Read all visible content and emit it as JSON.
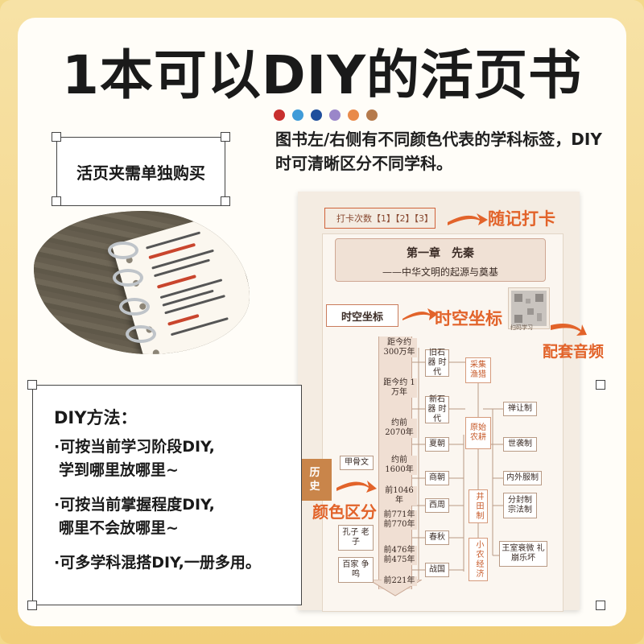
{
  "header": {
    "title": "1本可以DIY的活页书",
    "color_dots": [
      "#c8302e",
      "#3f9bd8",
      "#1f4e9c",
      "#9a86c9",
      "#e98a4a",
      "#b57a4c"
    ],
    "description": "图书左/右侧有不同颜色代表的学科标签，DIY时可清晰区分不同学科。"
  },
  "photo_callout": {
    "label": "活页夹需单独购买"
  },
  "diy_box": {
    "heading": "DIY方法：",
    "items": [
      {
        "line1": "·可按当前学习阶段DIY,",
        "line2": "学到哪里放哪里~"
      },
      {
        "line1": "·可按当前掌握程度DIY,",
        "line2": "哪里不会放哪里~"
      },
      {
        "line1": "·可多学科混搭DIY,一册多用。",
        "line2": ""
      }
    ]
  },
  "book_page": {
    "checkin": "打卡次数【1】【2】【3】",
    "chapter_title": "第一章　先秦",
    "chapter_subtitle": "——中华文明的起源与奠基",
    "section_label": "时空坐标",
    "qr_caption": "扫码学习",
    "side_tab": [
      "历",
      "史"
    ],
    "timeline_labels": [
      "距今约 300万年",
      "距今约 1万年",
      "约前 2070年",
      "约前 1600年",
      "前1046年",
      "前771年 前770年",
      "前476年 前475年",
      "前221年"
    ],
    "left_boxes": [
      "甲骨文",
      "孔子 老子",
      "百家 争鸣"
    ],
    "era_boxes": [
      "旧石器 时代",
      "新石器 时代",
      "夏朝",
      "商朝",
      "西周",
      "春秋",
      "战国"
    ],
    "mid_boxes": [
      "采集 渔猎",
      "原始 农耕",
      "井田制",
      "小农经济"
    ],
    "right_boxes": [
      "禅让制",
      "世袭制",
      "内外服制",
      "分封制 宗法制",
      "王室衰微 礼崩乐坏"
    ]
  },
  "annotations": {
    "checkin": "随记打卡",
    "spacetime": "时空坐标",
    "audio": "配套音频",
    "color": "颜色区分"
  }
}
